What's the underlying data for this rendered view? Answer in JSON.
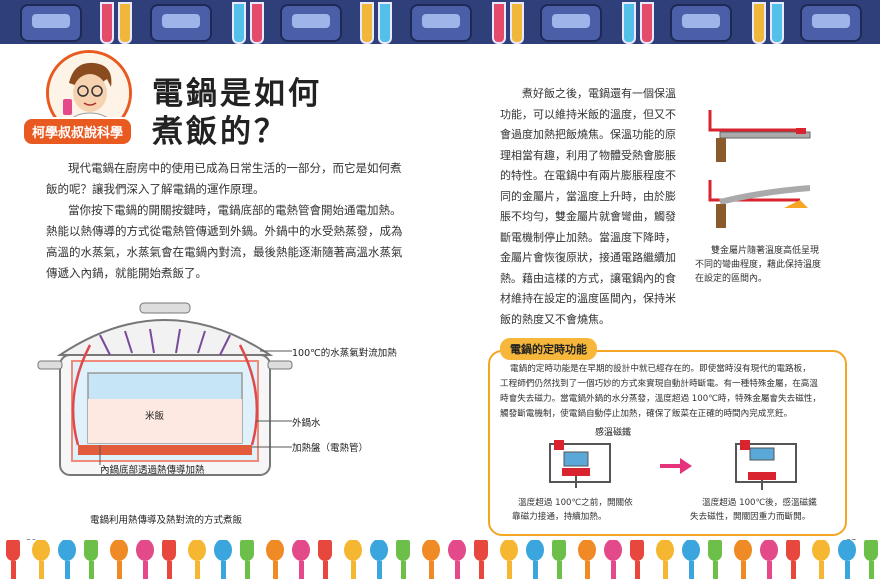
{
  "header": {
    "brand": "柯學叔叔說科學"
  },
  "title": {
    "line1": "電鍋是如何",
    "line2": "煮飯的？"
  },
  "left": {
    "paragraphs": [
      "現代電鍋在廚房中的使用已成為日常生活的一部分，而它是如何煮",
      "飯的呢？讓我們深入了解電鍋的運作原理。",
      "當你按下電鍋的開關按鍵時，電鍋底部的電熱管會開始通電加熱。",
      "熱能以熱傳導的方式從電熱管傳遞到外鍋。外鍋中的水受熱蒸發，成為",
      "高溫的水蒸氣，水蒸氣會在電鍋內對流，最後熱能逐漸隨著高溫水蒸氣",
      "傳遞入內鍋，就能開始煮飯了。"
    ],
    "diagram": {
      "label_steam": "100℃的水蒸氣對流加熱",
      "label_rice": "米飯",
      "label_water": "外鍋水",
      "label_heater": "加熱盤（電熱管）",
      "label_conduction": "內鍋底部透過熱傳導加熱",
      "caption": "電鍋利用熱傳導及熱對流的方式煮飯"
    }
  },
  "right": {
    "paragraph_lines": [
      "煮好飯之後，電鍋還有一個保溫",
      "功能，可以維持米飯的溫度，但又不",
      "會過度加熱把飯燒焦。保溫功能的原",
      "理相當有趣，利用了物體受熱會膨脹",
      "的特性。在電鍋中有兩片膨脹程度不",
      "同的金屬片，當溫度上升時，由於膨",
      "脹不均勻，雙金屬片就會彎曲，觸發",
      "斷電機制停止加熱。當溫度下降時，",
      "金屬片會恢復原狀，接通電路繼續加",
      "熱。藉由這樣的方式，讓電鍋內的食",
      "材維持在設定的溫度區間內，保持米",
      "飯的熱度又不會燒焦。"
    ],
    "bimetal_caption": [
      "雙金屬片隨著溫度高低呈現",
      "不同的彎曲程度，藉此保持溫度",
      "在設定的區間內。"
    ],
    "timer": {
      "title": "電鍋的定時功能",
      "lines": [
        "電鍋的定時功能是在早期的設計中就已經存在的。即使當時沒有現代的電路板，",
        "工程師們仍然找到了一個巧妙的方式來實現自動計時斷電。有一種特殊金屬，在高溫",
        "時會失去磁力。當電鍋外鍋的水分蒸發，溫度超過 100℃時，特殊金屬會失去磁性，",
        "觸發斷電機制，使電鍋自動停止加熱，確保了飯菜在正確的時間內完成烹飪。"
      ],
      "magnet_label": "感溫磁鐵",
      "before_caption": [
        "溫度超過 100℃之前，開關依",
        "靠磁力接通，持續加熱。"
      ],
      "after_caption": [
        "溫度超過 100℃後，感溫磁鐵",
        "失去磁性，開關因重力而斷開。"
      ]
    }
  },
  "footer": {
    "page_left": "36",
    "page_right": "37"
  }
}
